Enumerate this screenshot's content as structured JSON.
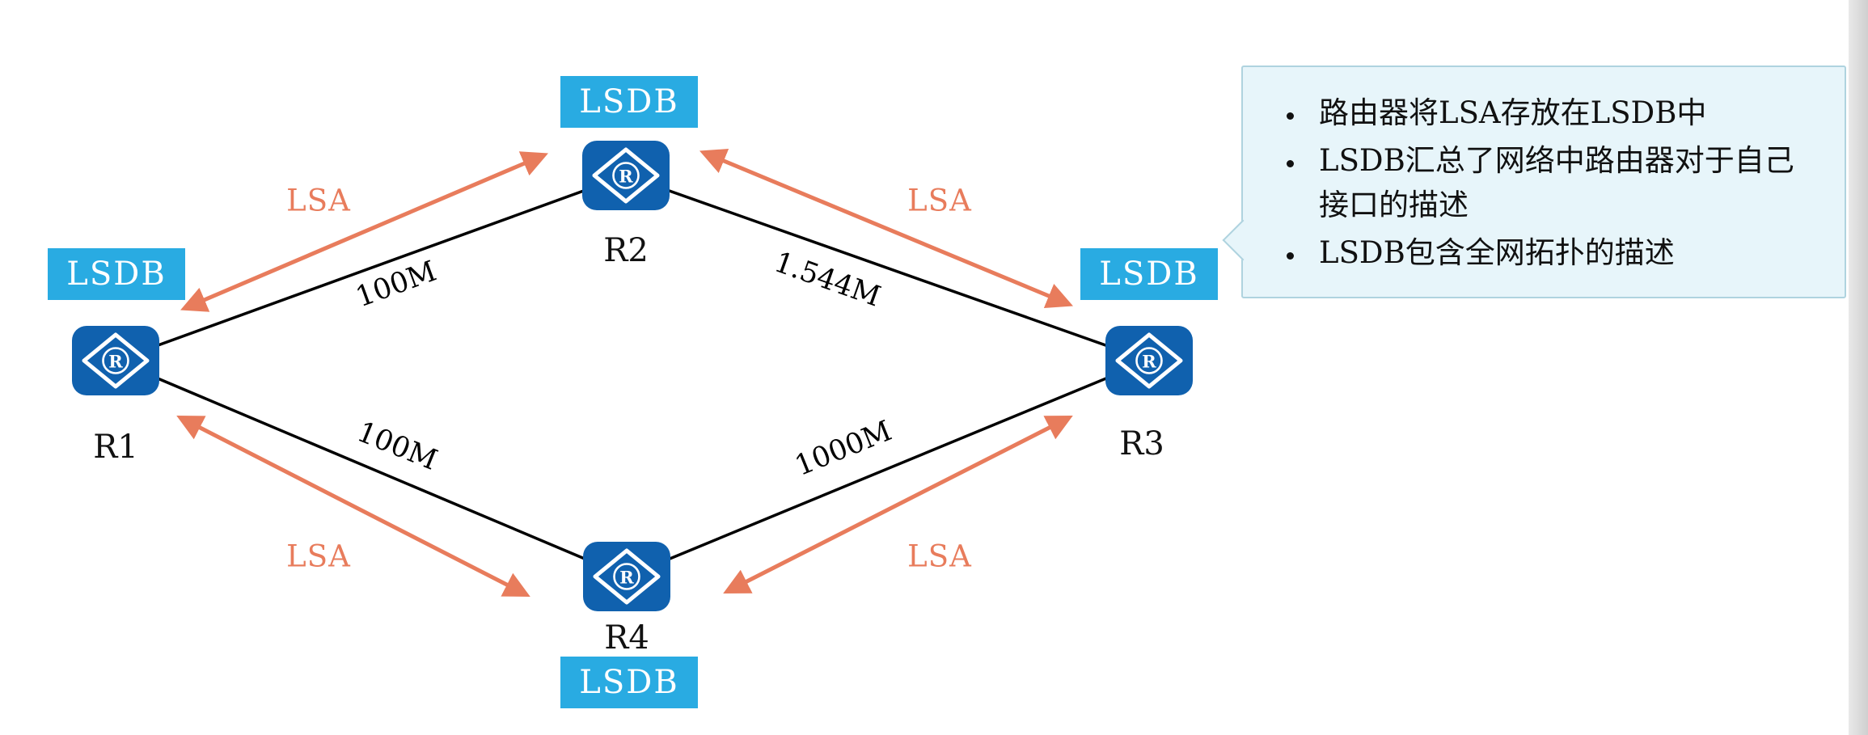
{
  "colors": {
    "lsdb_bg": "#29ABE2",
    "router_bg": "#1061AE",
    "lsa": "#E87C5C",
    "link": "#000000",
    "callout_bg": "#E7F5FA",
    "callout_border": "#AFD3DF"
  },
  "diagram": {
    "router_icon_letter": "R",
    "routers": {
      "r1": {
        "label": "R1",
        "lsdb": "LSDB"
      },
      "r2": {
        "label": "R2",
        "lsdb": "LSDB"
      },
      "r3": {
        "label": "R3",
        "lsdb": "LSDB"
      },
      "r4": {
        "label": "R4",
        "lsdb": "LSDB"
      }
    },
    "links": {
      "r1_r2": {
        "bandwidth": "100M"
      },
      "r2_r3": {
        "bandwidth": "1.544M"
      },
      "r1_r4": {
        "bandwidth": "100M"
      },
      "r4_r3": {
        "bandwidth": "1000M"
      }
    },
    "lsa_flows": {
      "r1_r2": "LSA",
      "r2_r3": "LSA",
      "r1_r4": "LSA",
      "r4_r3": "LSA"
    }
  },
  "callout": {
    "bullets": [
      "路由器将LSA存放在LSDB中",
      "LSDB汇总了网络中路由器对于自己接口的描述",
      "LSDB包含全网拓扑的描述"
    ]
  }
}
